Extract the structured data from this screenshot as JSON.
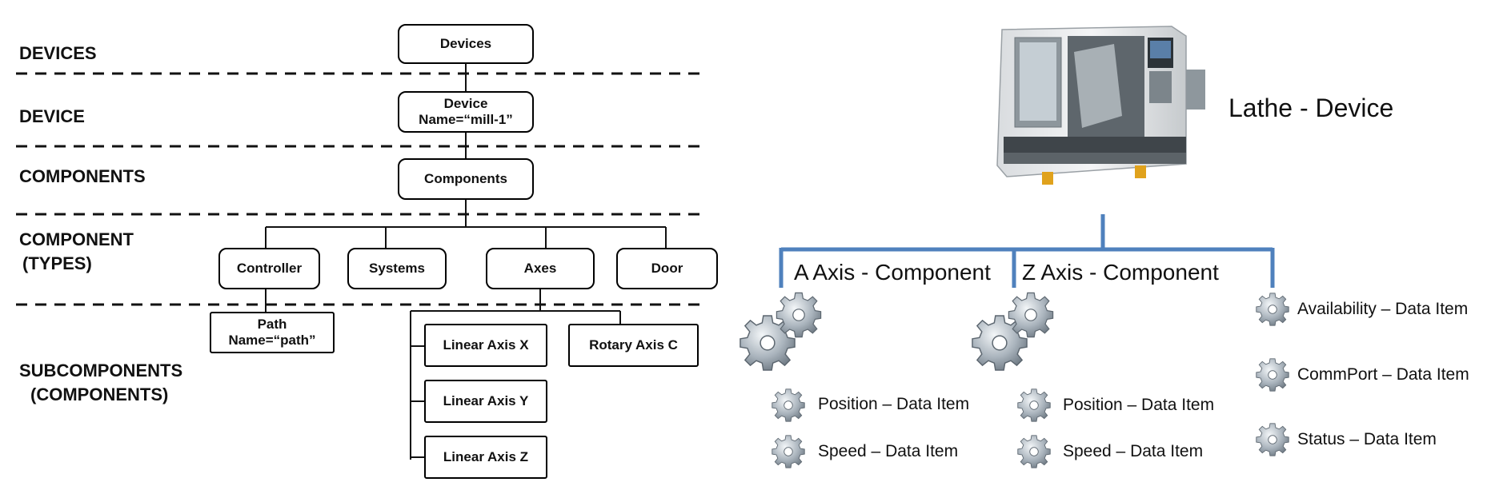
{
  "levels": {
    "devices": "DEVICES",
    "device": "DEVICE",
    "components": "COMPONENTS",
    "component_types_1": "COMPONENT",
    "component_types_2": "(TYPES)",
    "subcomponents_1": "SUBCOMPONENTS",
    "subcomponents_2": "(COMPONENTS)"
  },
  "tree": {
    "devices": "Devices",
    "device_line1": "Device",
    "device_line2": "Name=“mill-1”",
    "components": "Components",
    "types": [
      "Controller",
      "Systems",
      "Axes",
      "Door"
    ],
    "path_line1": "Path",
    "path_line2": "Name=“path”",
    "linear_x": "Linear Axis X",
    "linear_y": "Linear Axis Y",
    "linear_z": "Linear Axis Z",
    "rotary_c": "Rotary Axis C"
  },
  "lathe": {
    "title": "Lathe - Device",
    "a_axis": "A Axis - Component",
    "z_axis": "Z Axis - Component",
    "a_items": [
      "Position – Data Item",
      "Speed – Data Item"
    ],
    "z_items": [
      "Position – Data Item",
      "Speed – Data Item"
    ],
    "device_items": [
      "Availability – Data Item",
      "CommPort – Data Item",
      "Status – Data Item"
    ]
  },
  "colors": {
    "connector_blue": "#4f81bd",
    "gear": "#9aa4ae"
  }
}
